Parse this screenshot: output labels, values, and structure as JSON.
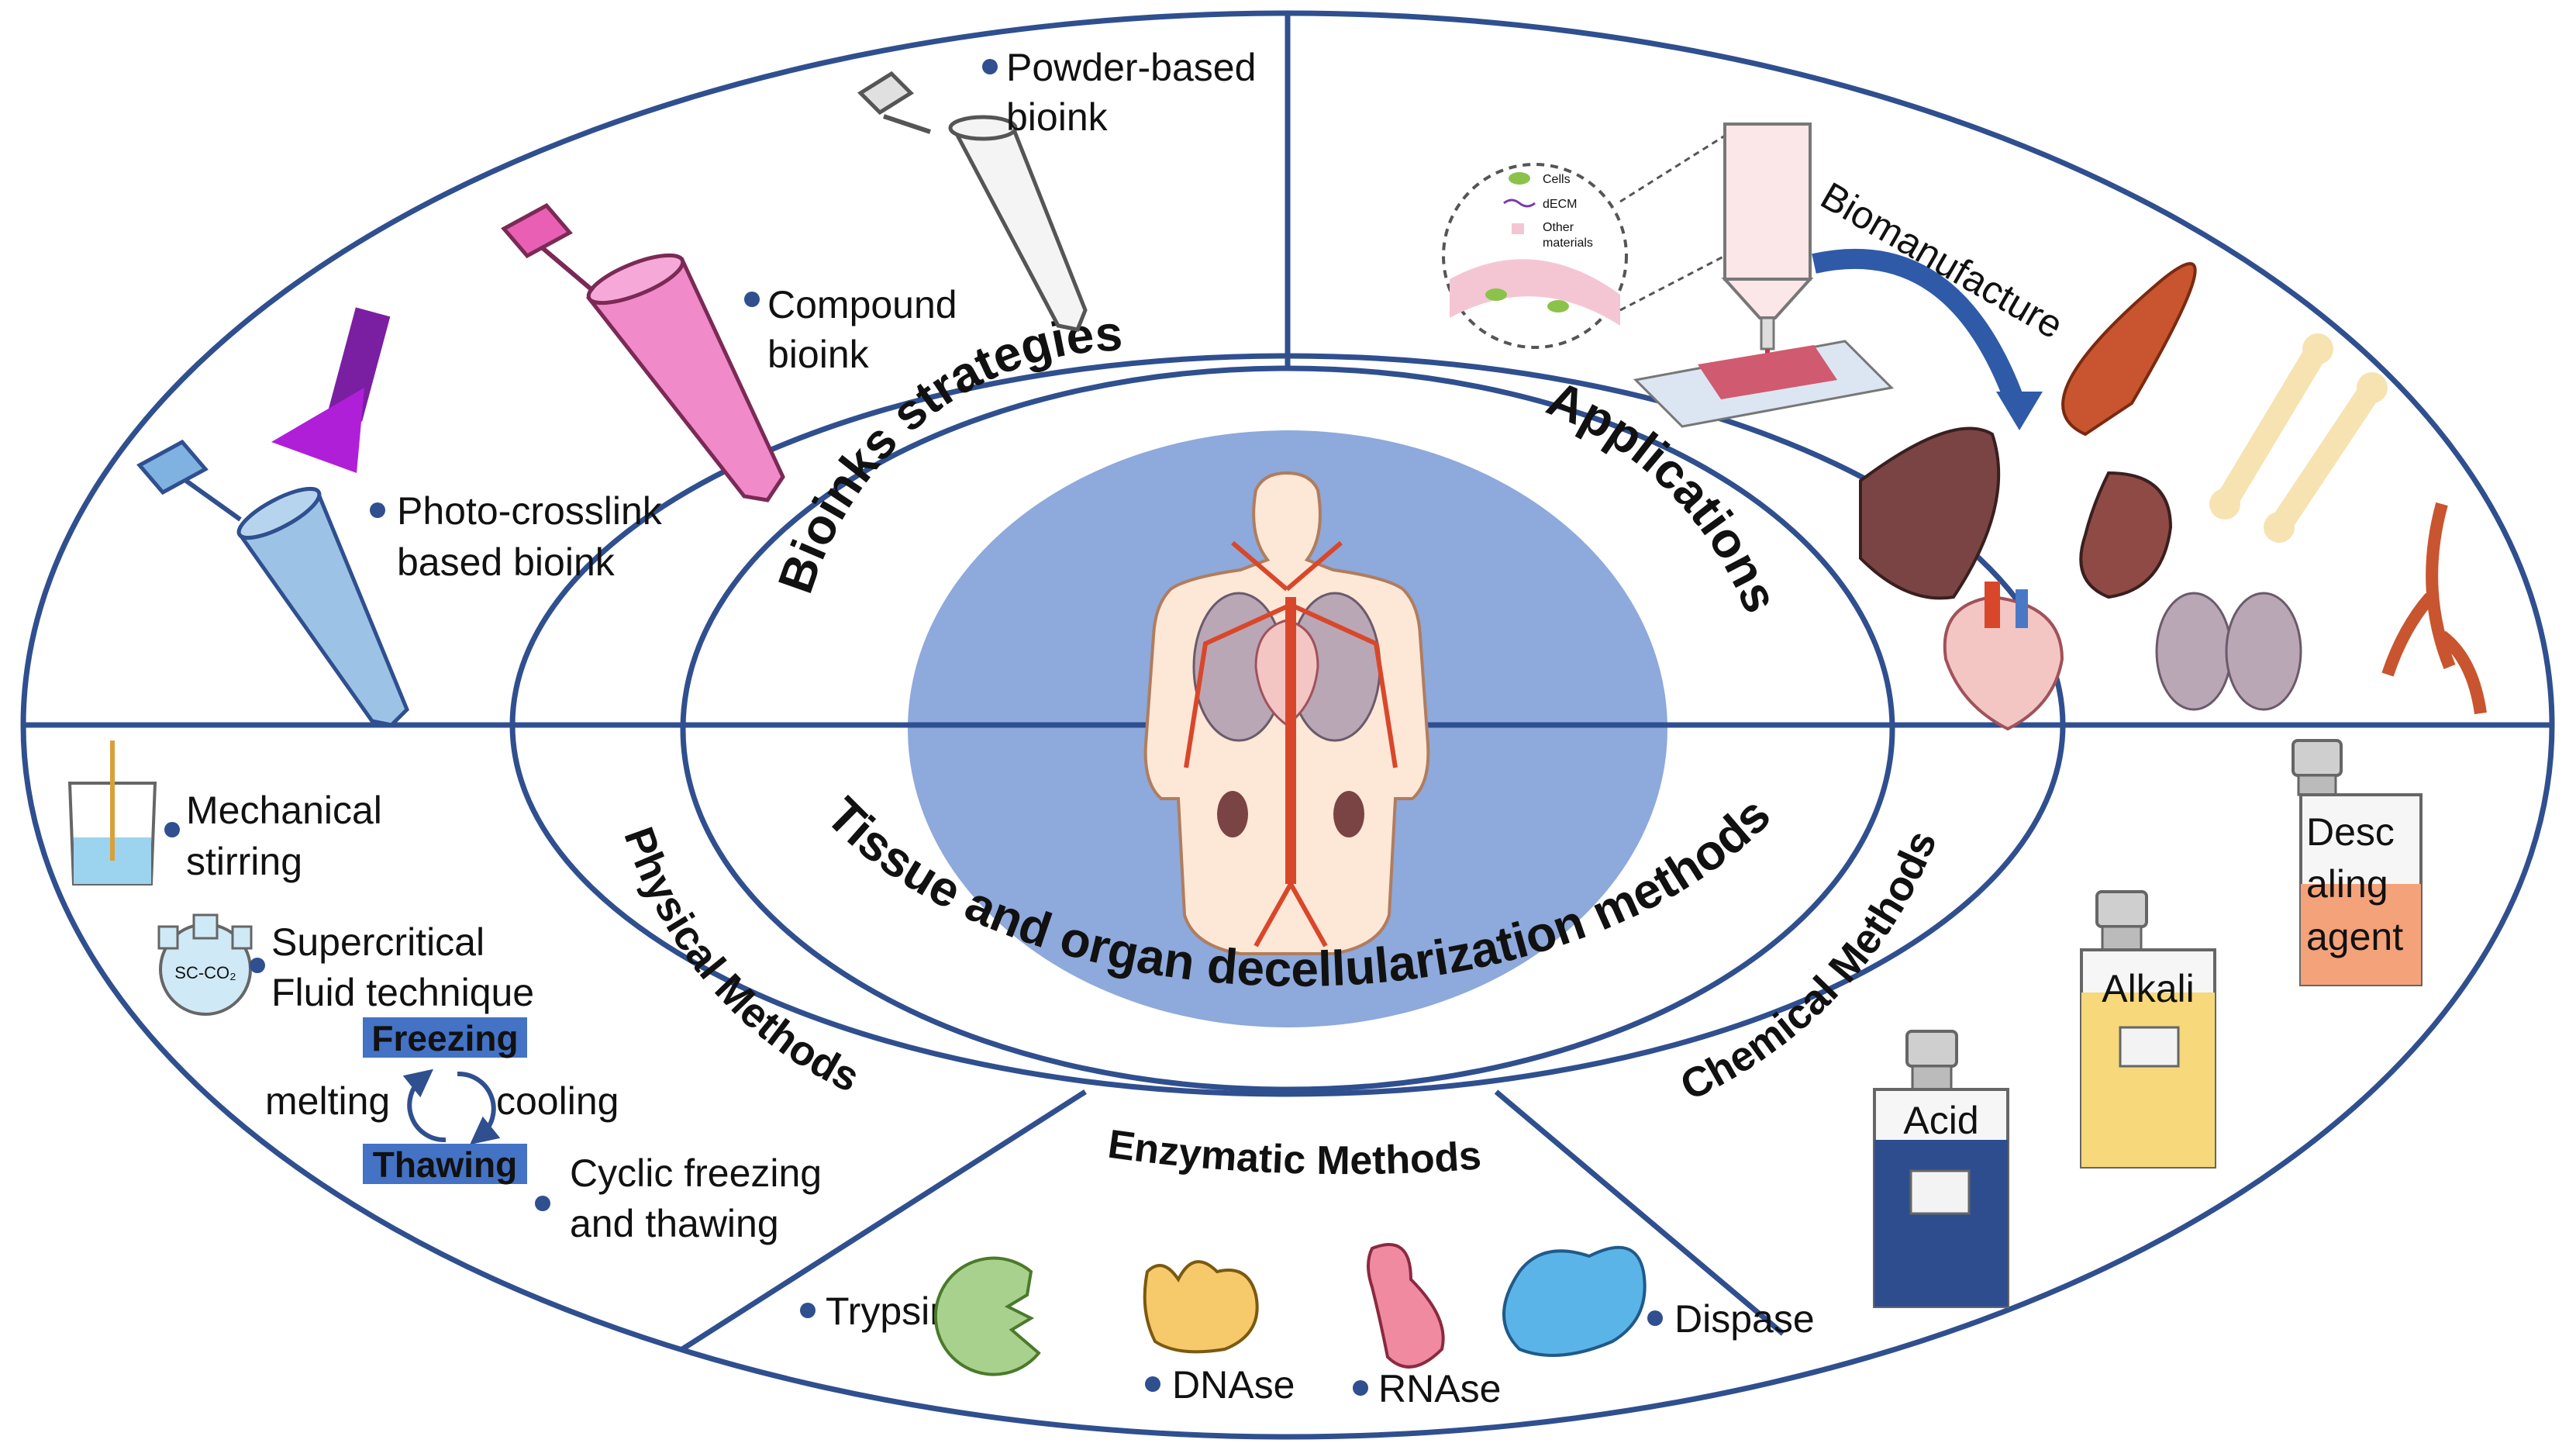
{
  "colors": {
    "outline": "#2f4f8f",
    "center_fill": "#8ea9db",
    "bullet": "#2f4f8f",
    "tag_fill": "#4472c4",
    "tube_blue": "#9cc3e6",
    "tube_pink": "#f08ac8",
    "tube_white": "#f4f4f4",
    "uv_lamp": "#7a1fa2",
    "skin": "#fde7d6",
    "vessel": "#d9472b",
    "organ_brown": "#7a4444",
    "lung": "#b9a7b6",
    "acid_fill": "#2e4d8f",
    "alkali_fill": "#f7d87a",
    "descaling_fill": "#f4a27a",
    "trypsin_fill": "#a9d18e",
    "dnase_fill": "#f6c96b",
    "rnase_fill": "#f08aa0",
    "dispase_fill": "#5ab4e8"
  },
  "sections": {
    "bioinks": "Bioinks strategies",
    "applications": "Applications",
    "decell": "Tissue and organ decellularization methods",
    "physical": "Physical Methods",
    "chemical": "Chemical Methods",
    "enzymatic": "Enzymatic Methods"
  },
  "bioinks": {
    "powder_l1": "Powder-based",
    "powder_l2": "bioink",
    "compound_l1": "Compound",
    "compound_l2": "bioink",
    "photo_l1": "Photo-crosslink",
    "photo_l2": "based bioink"
  },
  "applications": {
    "biomanufacture": "Biomanufacture",
    "legend_cells": "Cells",
    "legend_decm": "dECM",
    "legend_other_l1": "Other",
    "legend_other_l2": "materials"
  },
  "physical": {
    "mech_l1": "Mechanical",
    "mech_l2": "stirring",
    "flask_label": "SC-CO₂",
    "sc_l1": "Supercritical",
    "sc_l2": "Fluid technique",
    "freezing": "Freezing",
    "melting": "melting",
    "cooling": "cooling",
    "thawing": "Thawing",
    "cyclic_l1": "Cyclic freezing",
    "cyclic_l2": "and thawing"
  },
  "chemical": {
    "acid": "Acid",
    "alkali": "Alkali",
    "desc_l1": "Desc",
    "desc_l2": "aling",
    "desc_l3": "agent"
  },
  "enzymatic": {
    "trypsin": "Trypsin",
    "dnase": "DNAse",
    "rnase": "RNAse",
    "dispase": "Dispase"
  }
}
